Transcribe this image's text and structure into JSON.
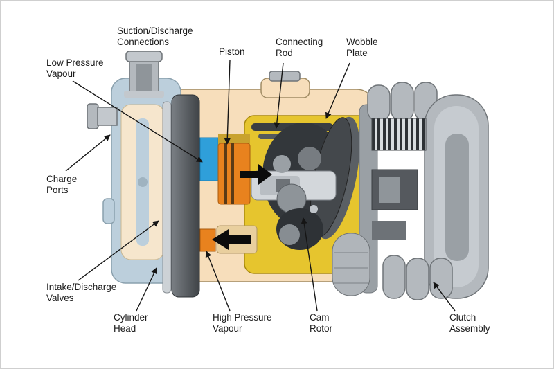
{
  "labels": {
    "suction_discharge_connections": "Suction/Discharge\nConnections",
    "low_pressure_vapour": "Low Pressure\nVapour",
    "piston": "Piston",
    "connecting_rod": "Connecting\nRod",
    "wobble_plate": "Wobble\nPlate",
    "charge_ports": "Charge\nPorts",
    "intake_discharge_valves": "Intake/Discharge\nValves",
    "cylinder_head": "Cylinder\nHead",
    "high_pressure_vapour": "High Pressure\nVapour",
    "cam_rotor": "Cam\nRotor",
    "clutch_assembly": "Clutch\nAssembly"
  },
  "colors": {
    "low-pressure-blue": "#2f9fda",
    "high-pressure-orange": "#e8821e",
    "body-cream": "#f7debb",
    "oil-yellow": "#e6c52e",
    "metal-gray": "#b4b9be",
    "dark-gray": "#44484c",
    "head-blue-gray": "#bccfdc"
  }
}
